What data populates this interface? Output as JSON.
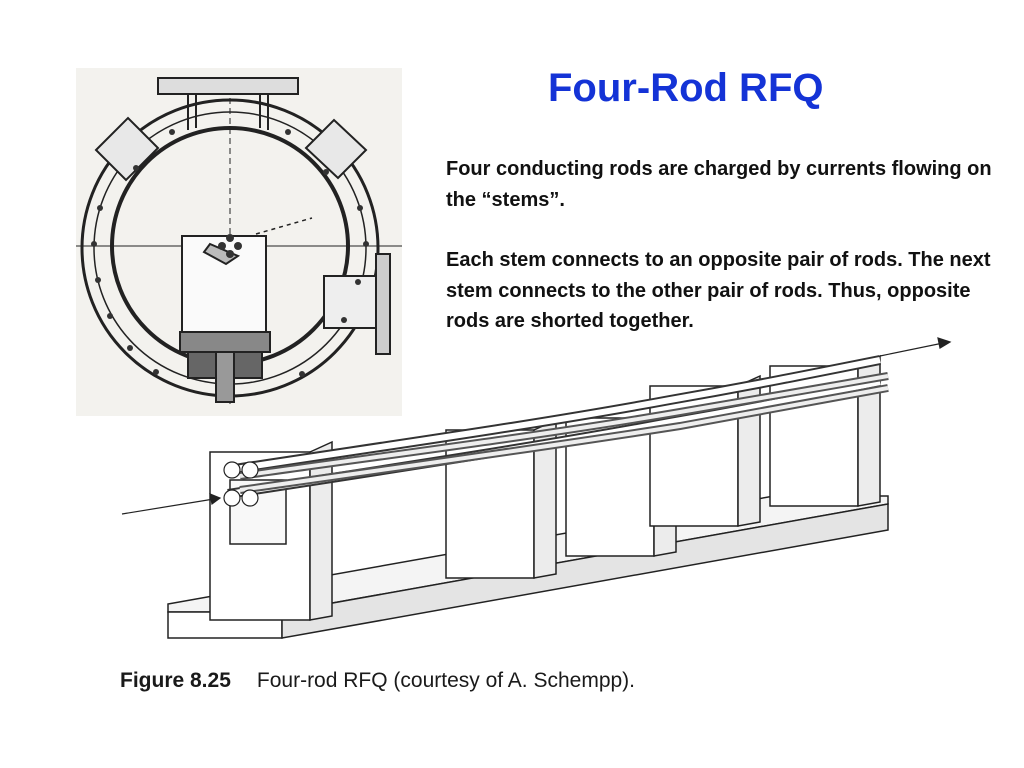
{
  "slide": {
    "title": "Four-Rod RFQ",
    "paragraphs": [
      "Four conducting rods are charged by currents flowing on the “stems”.",
      "Each stem connects to an opposite pair of rods. The next stem connects to the other pair of rods. Thus, opposite rods are shorted together."
    ],
    "caption": {
      "label": "Figure 8.25",
      "text": "Four-rod RFQ (courtesy of A. Schempp)."
    }
  },
  "colors": {
    "title": "#1433d6",
    "text": "#111111",
    "drawing": "#222222",
    "scan_background": "#f3f2ee"
  }
}
